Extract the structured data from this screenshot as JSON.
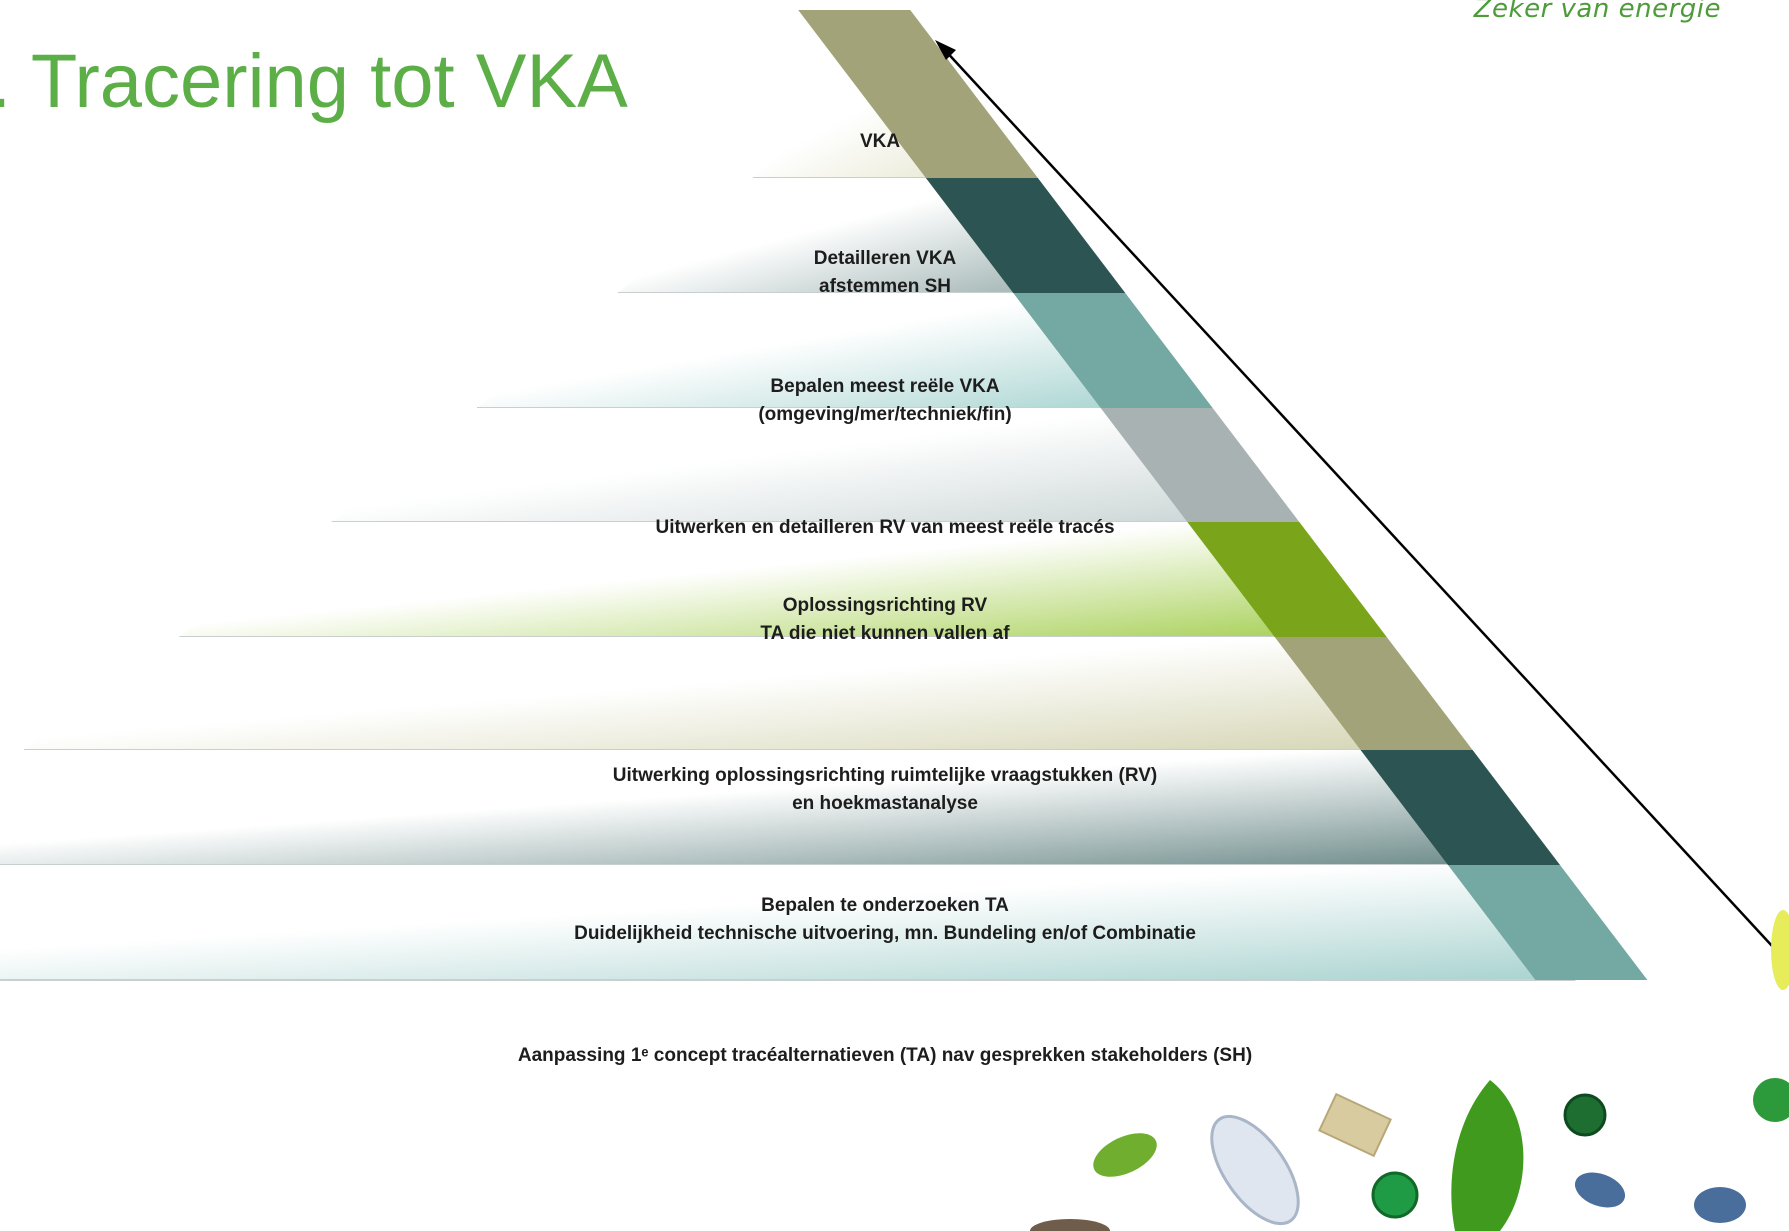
{
  "header": {
    "tagline": "Zeker van energie",
    "title": ". Tracering tot VKA"
  },
  "pyramid": {
    "levels": [
      {
        "lines": [
          "VKA"
        ],
        "color": "#a3a37a",
        "fade": "#e8e8d4"
      },
      {
        "lines": [
          "Detailleren VKA",
          "afstemmen SH"
        ],
        "color": "#2b5453",
        "fade": "#9fb3b2"
      },
      {
        "lines": [
          "Bepalen meest reële VKA",
          "(omgeving/mer/techniek/fin)"
        ],
        "color": "#74a8a3",
        "fade": "#a9d5d2"
      },
      {
        "lines": [
          "Uitwerken en detailleren RV van meest reële tracés"
        ],
        "color": "#a8b2b2",
        "fade": "#ccd6d6"
      },
      {
        "lines": [
          "Oplossingsrichting RV",
          "TA die niet kunnen vallen af"
        ],
        "color": "#7aa51a",
        "fade": "#a9d15a"
      },
      {
        "lines": [
          "Uitwerking oplossingsrichting ruimtelijke vraagstukken (RV)",
          "en hoekmastanalyse"
        ],
        "color": "#a3a37a",
        "fade": "#d6d6b6"
      },
      {
        "lines": [
          "Bepalen te onderzoeken TA",
          "Duidelijkheid technische uitvoering, mn. Bundeling en/of Combinatie"
        ],
        "color": "#2b5453",
        "fade": "#6e8c8b"
      },
      {
        "lines": [
          "Aanpassing 1ᵉ concept tracéalternatieven (TA) nav gesprekken stakeholders (SH)"
        ],
        "color": "#74a8a3",
        "fade": "#a9d3d0"
      }
    ]
  }
}
